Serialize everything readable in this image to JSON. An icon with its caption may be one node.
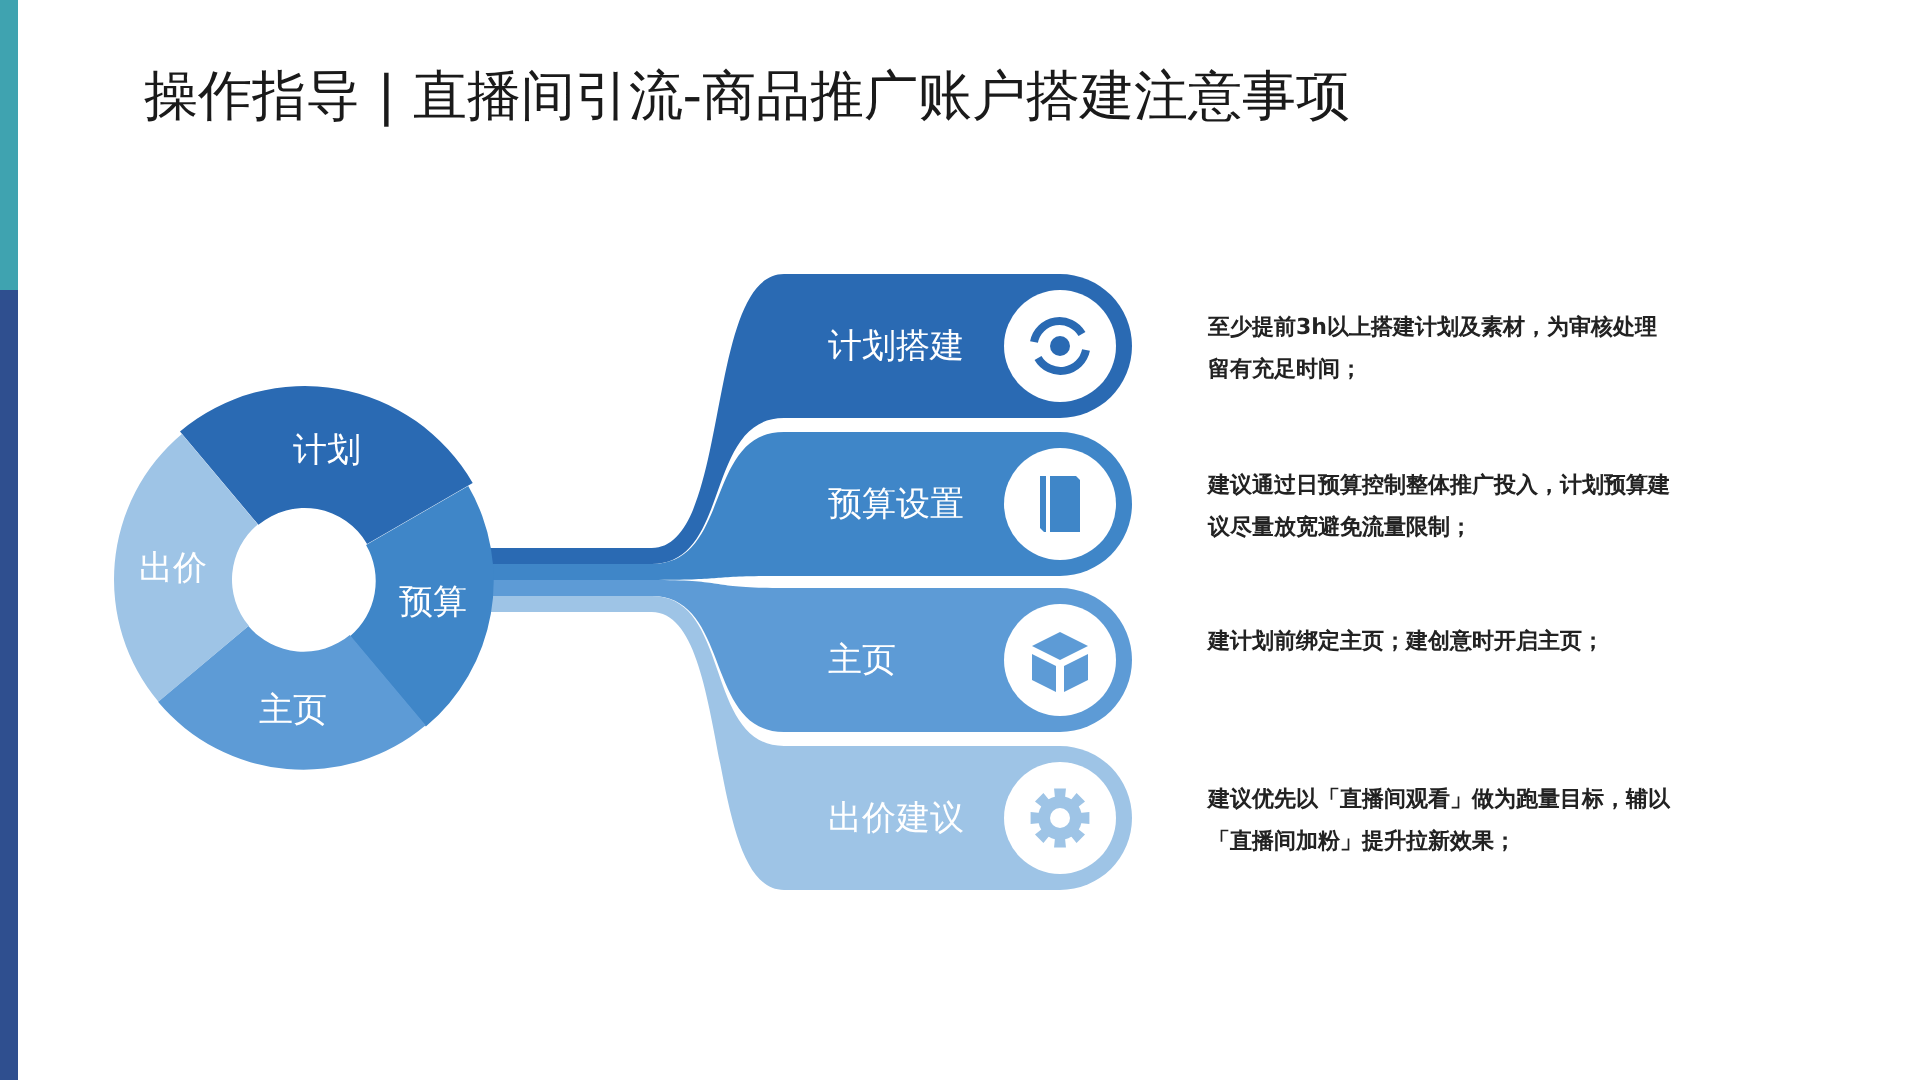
{
  "diagram": {
    "title": "操作指导 | 直播间引流-商品推广账户搭建注意事项",
    "nodes": [
      {
        "text": [
          "计划"
        ]
      },
      {
        "text": [
          "预算"
        ]
      },
      {
        "text": [
          "主页"
        ]
      },
      {
        "text": [
          "出价"
        ]
      },
      {
        "text": [
          "计划搭建"
        ],
        "beside": [
          "至少提前3h以上搭建计划及素材，为审核处理留有充足时间；"
        ]
      },
      {
        "text": [
          "预算设置"
        ],
        "beside": [
          "建议通过日预算控制整体推广投入，计划预算建议尽量放宽避免流量限制；"
        ]
      },
      {
        "text": [
          "主页"
        ],
        "beside": [
          "建计划前绑定主页；建创意时开启主页；"
        ]
      },
      {
        "text": [
          "出价建议"
        ],
        "beside": [
          "建议优先以「直播间观看」做为跑量目标，辅以「直播间加粉」提升拉新效果；"
        ]
      }
    ],
    "edges": [
      {
        "from": 1,
        "to": 4,
        "arrow": "none",
        "style": "thick"
      },
      {
        "from": 1,
        "to": 5,
        "arrow": "none",
        "style": "thick"
      },
      {
        "from": 1,
        "to": 6,
        "arrow": "none",
        "style": "thick"
      },
      {
        "from": 1,
        "to": 7,
        "arrow": "none",
        "style": "thick"
      }
    ]
  }
}
